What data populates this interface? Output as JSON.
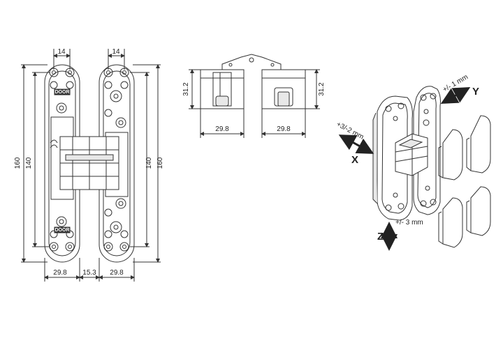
{
  "front_view": {
    "top_width_left": "14",
    "top_width_right": "14",
    "height_outer_left": "160",
    "height_inner_left": "140",
    "height_inner_right": "140",
    "height_outer_right": "160",
    "bottom_left": "29.8",
    "bottom_gap": "15.3",
    "bottom_right": "29.8",
    "logo_text": "DOOR"
  },
  "top_view": {
    "height_left": "31.2",
    "height_right": "31.2",
    "width_left": "29.8",
    "width_right": "29.8"
  },
  "iso_view": {
    "axis_x": "X",
    "axis_y": "Y",
    "axis_z": "Z",
    "adjust_x": "+3/-2 mm",
    "adjust_y": "+/- 1 mm",
    "adjust_z": "+/- 3 mm"
  },
  "colors": {
    "line": "#333333",
    "fill": "#ffffff",
    "shade": "#e8e8e8"
  }
}
